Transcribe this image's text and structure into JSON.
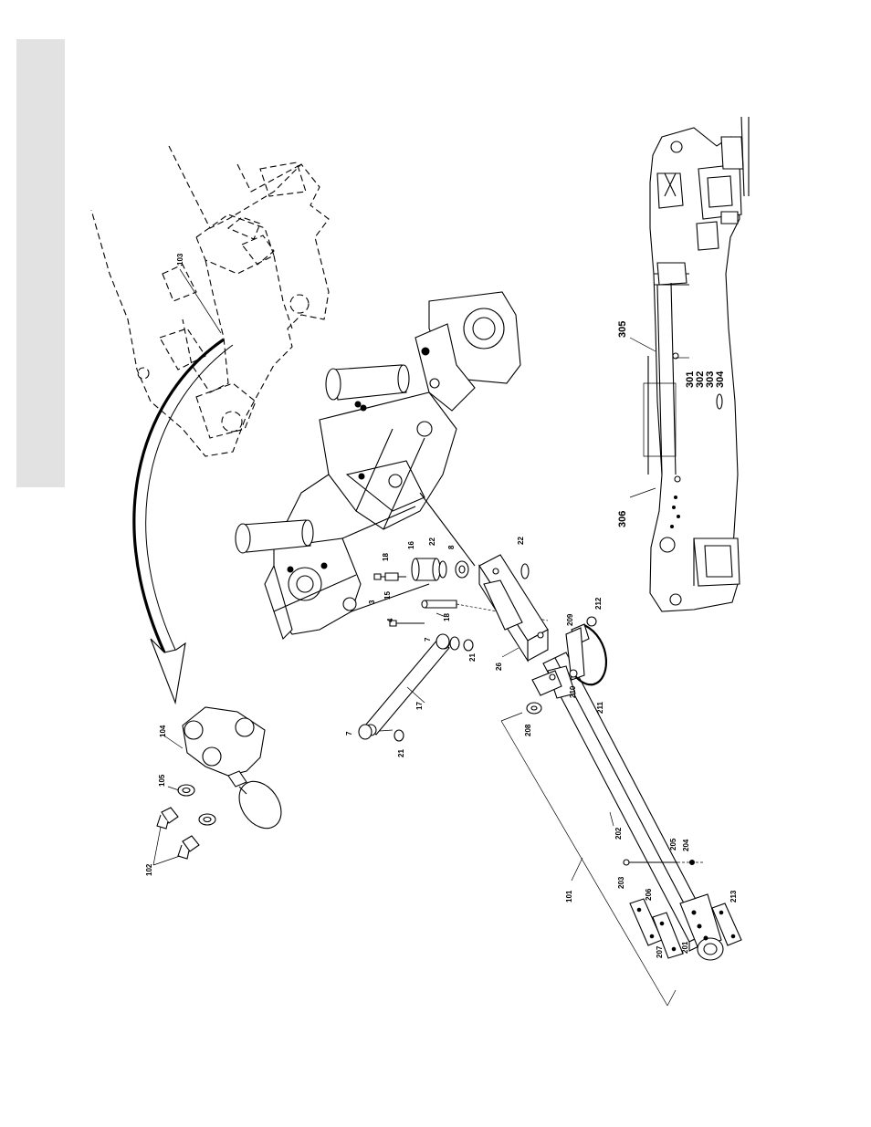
{
  "callouts": {
    "c103": "103",
    "c104": "104",
    "c105": "105",
    "c102": "102",
    "c7a": "7",
    "c7b": "7",
    "c21a": "21",
    "c21b": "21",
    "c17": "17",
    "c4": "4",
    "c3": "3",
    "c18a": "18",
    "c18b": "18",
    "c15": "15",
    "c16": "16",
    "c22a": "22",
    "c22b": "22",
    "c8": "8",
    "c26": "26",
    "c101": "101",
    "c208": "208",
    "c209": "209",
    "c210": "210",
    "c211": "211",
    "c212": "212",
    "c202": "202",
    "c203": "203",
    "c204": "204",
    "c205": "205",
    "c206": "206",
    "c207": "207",
    "c201": "201",
    "c213": "213",
    "c305": "305",
    "c301": "301",
    "c302": "302",
    "c303": "303",
    "c304": "304",
    "c306": "306"
  },
  "colors": {
    "side_tab": "#e2e2e2",
    "ink": "#000000"
  }
}
